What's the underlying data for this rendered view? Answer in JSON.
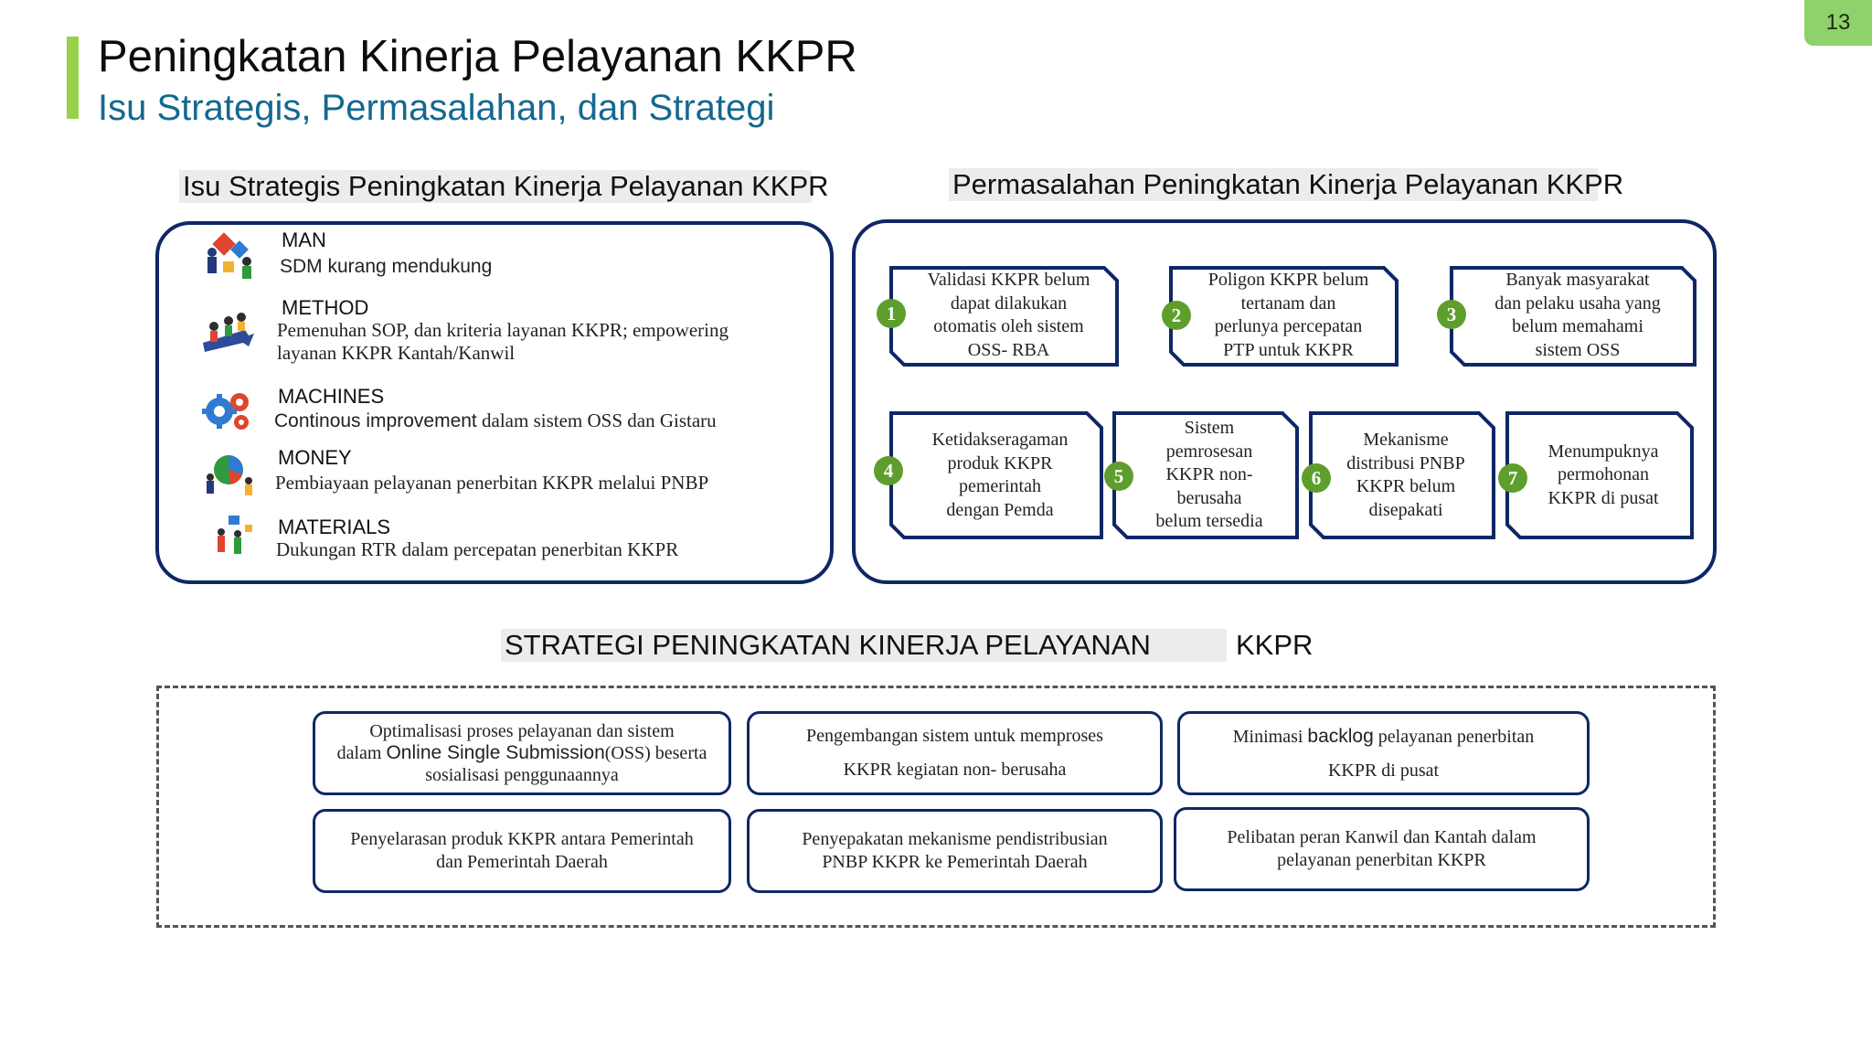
{
  "page_number": "13",
  "title": "Peningkatan Kinerja Pelayanan KKPR",
  "subtitle": "Isu Strategis, Permasalahan, dan Strategi",
  "isu": {
    "heading": "Isu Strategis Peningkatan Kinerja Pelayanan KKPR",
    "items": [
      {
        "head": "MAN",
        "text_lines": [
          "SDM kurang mendukung"
        ],
        "icon": "team-puzzle-icon"
      },
      {
        "head": "METHOD",
        "text_lines": [
          "Pemenuhan SOP, dan kriteria layanan KKPR; empowering",
          "layanan KKPR Kantah/Kanwil"
        ],
        "icon": "team-arrow-icon"
      },
      {
        "head": "MACHINES",
        "lead": "Continous improvement",
        "text_lines": [
          " dalam sistem OSS dan Gistaru"
        ],
        "icon": "gears-icon"
      },
      {
        "head": "MONEY",
        "text_lines": [
          "Pembiayaan pelayanan  penerbitan KKPR melalui PNBP"
        ],
        "icon": "pie-chart-icon"
      },
      {
        "head": "MATERIALS",
        "text_lines": [
          "Dukungan RTR dalam percepatan penerbitan KKPR"
        ],
        "icon": "people-building-icon"
      }
    ]
  },
  "permasalahan": {
    "heading": "Permasalahan Peningkatan Kinerja Pelayanan KKPR",
    "items": [
      {
        "num": "1",
        "lines": [
          "Validasi KKPR belum",
          "dapat dilakukan",
          "otomatis  oleh sistem",
          "OSS- RBA"
        ]
      },
      {
        "num": "2",
        "lines": [
          "Poligon KKPR belum",
          "tertanam dan",
          "perlunya percepatan",
          "PTP untuk KKPR"
        ]
      },
      {
        "num": "3",
        "lines": [
          "Banyak masyarakat",
          "dan pelaku usaha  yang",
          "belum  memahami",
          "sistem OSS"
        ]
      },
      {
        "num": "4",
        "lines": [
          "Ketidakseragaman",
          "produk KKPR",
          "pemerintah",
          "dengan Pemda"
        ]
      },
      {
        "num": "5",
        "lines": [
          "Sistem",
          "pemrosesan",
          "KKPR non-",
          "berusaha",
          "belum tersedia"
        ]
      },
      {
        "num": "6",
        "lines": [
          "Mekanisme",
          "distribusi PNBP",
          "KKPR belum",
          "disepakati"
        ]
      },
      {
        "num": "7",
        "lines": [
          "Menumpuknya",
          "permohonan",
          "KKPR di pusat"
        ]
      }
    ]
  },
  "strategi": {
    "heading_part1": "STRATEGI PENINGKATAN KINERJA PELAYANAN",
    "heading_part2": "KKPR",
    "items": [
      {
        "pre": "Optimalisasi proses pelayanan  dan sistem",
        "mid_pre": "dalam ",
        "mid_sans": "Online Single Submission",
        "mid_post": "(OSS) beserta",
        "post": "sosialisasi penggunaannya"
      },
      {
        "line1": "Pengembangan  sistem  untuk  memproses",
        "line2": "KKPR kegiatan non- berusaha"
      },
      {
        "pre": "Minimasi ",
        "sans": "backlog",
        "post": " pelayanan  penerbitan",
        "line2": "KKPR di pusat"
      },
      {
        "line1": "Penyelarasan  produk  KKPR antara  Pemerintah",
        "line2": "dan Pemerintah  Daerah"
      },
      {
        "line1": "Penyepakatan  mekanisme  pendistribusian",
        "line2": "PNBP KKPR ke Pemerintah  Daerah"
      },
      {
        "line1": "Pelibatan  peran  Kanwil dan  Kantah dalam",
        "line2": "pelayanan  penerbitan KKPR"
      }
    ]
  },
  "colors": {
    "accent_green": "#9ad14b",
    "navy": "#0f2766",
    "subtitle_blue": "#14688f",
    "badge_green": "#5e9e2c"
  }
}
